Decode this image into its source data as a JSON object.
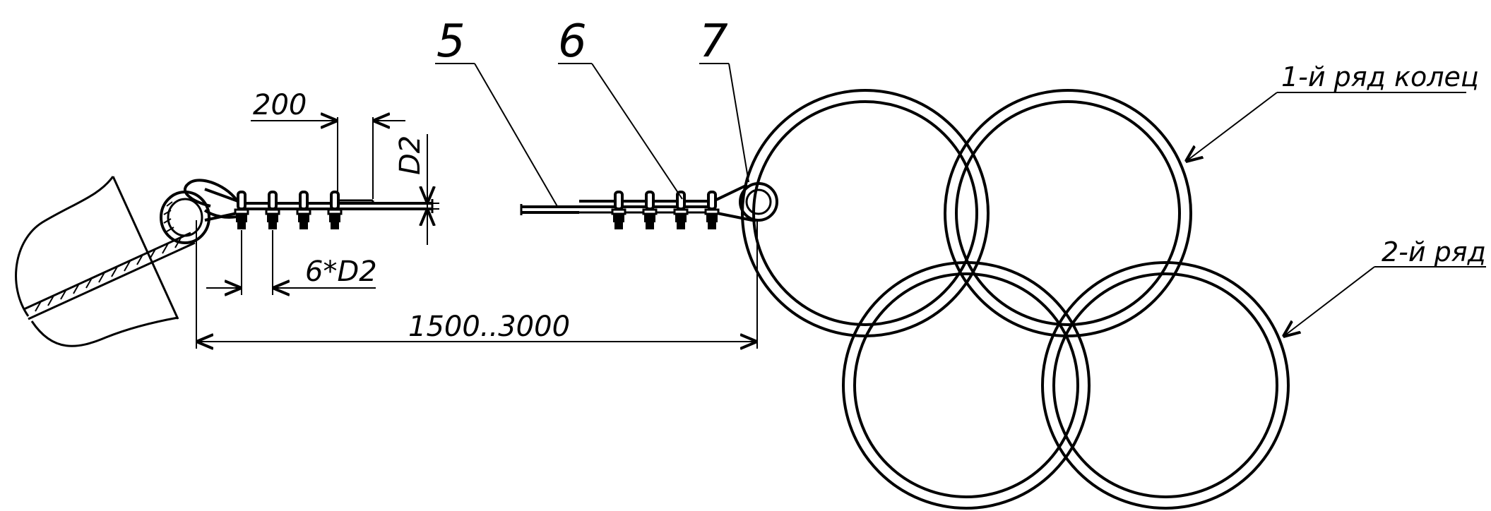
{
  "callouts": {
    "item5": "5",
    "item6": "6",
    "item7": "7"
  },
  "dimensions": {
    "clamp_spacing": "200",
    "diameter": "D2",
    "tail_length": "6*D2",
    "overall_length": "1500..3000"
  },
  "notes": {
    "row1": "1-й ряд колец",
    "row2": "2-й ряд"
  },
  "colors": {
    "line": "#000000",
    "background": "#ffffff"
  },
  "icons": [
    "dimension-arrow-icon",
    "wire-rope-clip-icon",
    "thimble-loop-icon"
  ]
}
